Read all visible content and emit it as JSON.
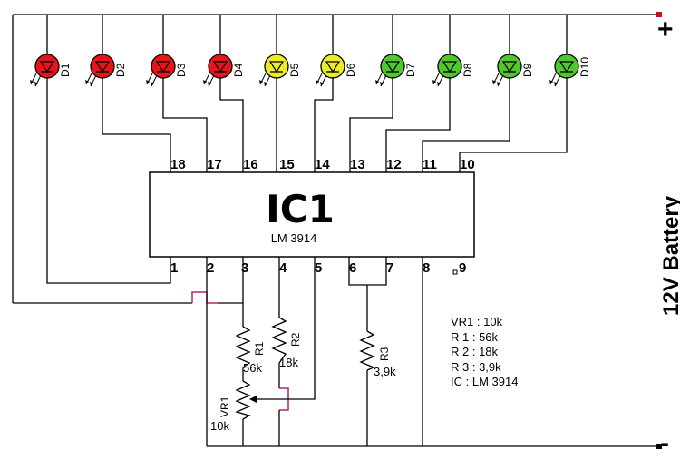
{
  "ic": {
    "title": "IC1",
    "subtitle": "LM 3914",
    "pins_top": [
      "18",
      "17",
      "16",
      "15",
      "14",
      "13",
      "12",
      "11",
      "10"
    ],
    "pins_bottom": [
      "1",
      "2",
      "3",
      "4",
      "5",
      "6",
      "7",
      "8",
      "9"
    ]
  },
  "leds": [
    {
      "label": "D1",
      "color": "#e8141a"
    },
    {
      "label": "D2",
      "color": "#e8141a"
    },
    {
      "label": "D3",
      "color": "#e8141a"
    },
    {
      "label": "D4",
      "color": "#e8141a"
    },
    {
      "label": "D5",
      "color": "#ecec26"
    },
    {
      "label": "D6",
      "color": "#ecec26"
    },
    {
      "label": "D7",
      "color": "#4fc82b"
    },
    {
      "label": "D8",
      "color": "#4fc82b"
    },
    {
      "label": "D9",
      "color": "#4fc82b"
    },
    {
      "label": "D10",
      "color": "#4fc82b"
    }
  ],
  "resistors": {
    "r1": {
      "name": "R1",
      "value": "56k"
    },
    "r2": {
      "name": "R2",
      "value": "18k"
    },
    "r3": {
      "name": "R3",
      "value": "3,9k"
    },
    "vr1": {
      "name": "VR1",
      "value": "10k"
    }
  },
  "battery": {
    "label": "12V Battery",
    "plus": "+",
    "minus": "-"
  },
  "notes": [
    "VR1 : 10k",
    "R 1 : 56k",
    "R 2 : 18k",
    "R 3 : 3,9k",
    "IC : LM 3914"
  ]
}
